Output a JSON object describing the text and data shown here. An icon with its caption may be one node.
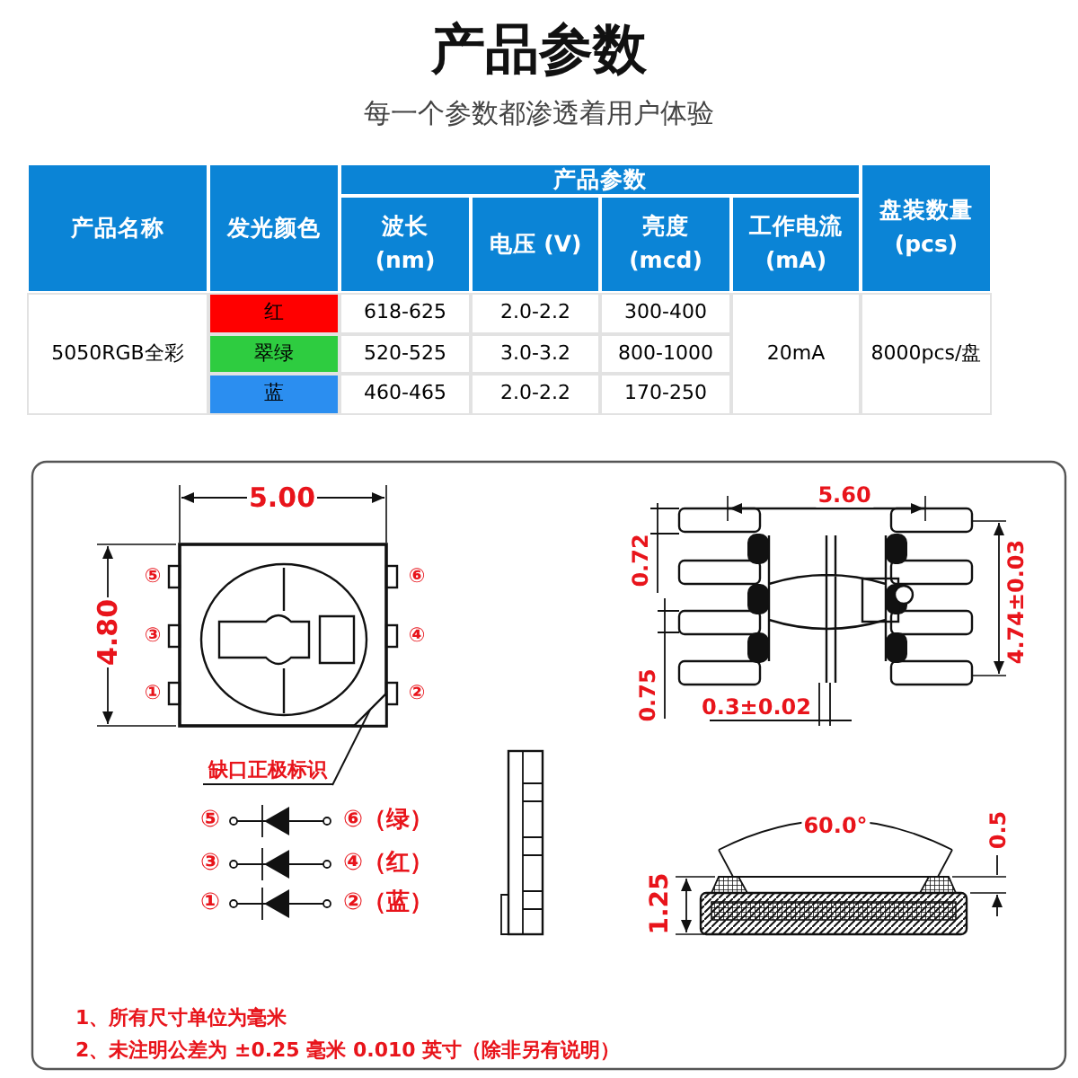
{
  "diagram": {
    "title": "产品参数",
    "nodes": [
      {
        "text": [
          "缺口正极标识"
        ]
      },
      {
        "text": [],
        "shape": "triangle"
      }
    ],
    "edges": [
      {
        "from": 0,
        "to": 1,
        "arrow": "none"
      }
    ],
    "labels": [
      "每一个参数都渗透着用户体验",
      "产品参数",
      "产品名称",
      "发光颜色",
      "波长 (nm)",
      "电压 (V)",
      "亮度 (mcd)",
      "工作电流 (mA)",
      "盘装数量 (pcs)",
      "红",
      "618-625",
      "2.0-2.2",
      "300-400",
      "5050RGB全彩",
      "翠绿",
      "520-525",
      "3.0-3.2",
      "800-1000",
      "20mA",
      "8000pcs/盘",
      "蓝",
      "460-465",
      "2.0-2.2",
      "170-250",
      "5.00",
      "4.80",
      "⑤",
      "⑥",
      "③",
      "④",
      "①",
      "②",
      "5.60",
      "0.72",
      "4.74±0.03",
      "0.75",
      "0.3±0.02",
      "⑤",
      "⑥（绿）",
      "③",
      "④（红）",
      "①",
      "②（蓝）",
      "60.0°",
      "0.5",
      "1.25",
      "1、所有尺寸单位为毫米",
      "2、未注明公差为 ±0.25 毫米 0.010 英寸（除非另有说明）"
    ]
  }
}
